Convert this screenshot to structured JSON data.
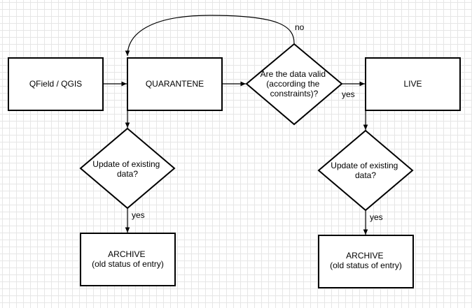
{
  "nodes": {
    "qfield": {
      "label": [
        "QField / QGIS"
      ]
    },
    "quarantene": {
      "label": [
        "QUARANTENE"
      ]
    },
    "valid": {
      "label": [
        "Are the data valid",
        "(according the",
        "constraints)?"
      ]
    },
    "live": {
      "label": [
        "LIVE"
      ]
    },
    "update_left": {
      "label": [
        "Update of existing",
        "data?"
      ]
    },
    "update_right": {
      "label": [
        "Update of existing",
        "data?"
      ]
    },
    "archive_left": {
      "label": [
        "ARCHIVE",
        "(old status of entry)"
      ]
    },
    "archive_right": {
      "label": [
        "ARCHIVE",
        "(old status of entry)"
      ]
    }
  },
  "edges": {
    "no_label": "no",
    "yes_live": "yes",
    "yes_archive_left": "yes",
    "yes_archive_right": "yes"
  }
}
